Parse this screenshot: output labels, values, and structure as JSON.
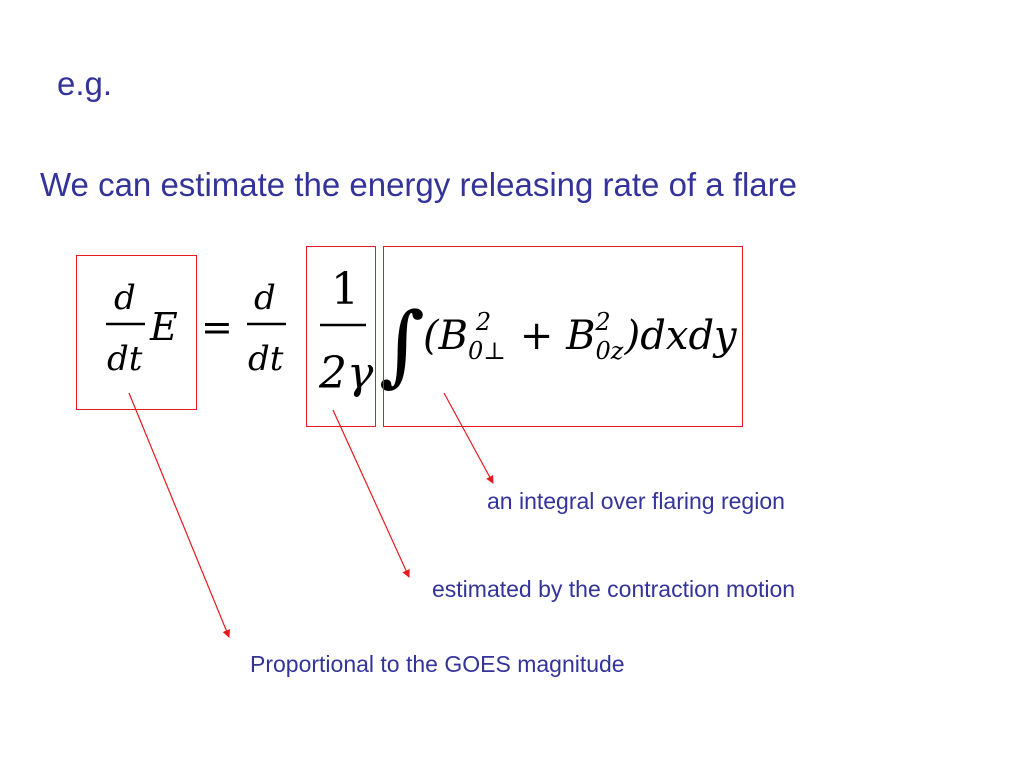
{
  "slide": {
    "heading": "e.g.",
    "subtitle": "We can estimate the energy releasing rate of a flare",
    "equation": {
      "lhs_numerator": "d",
      "lhs_denominator": "dt",
      "lhs_variable": "E",
      "equals": "=",
      "rhs_numerator": "d",
      "rhs_denominator": "dt",
      "factor_numerator": "1",
      "factor_denominator": "2γ",
      "integral_sign": "∫",
      "integrand_open": "(B",
      "integrand_perp_sub": "0⊥",
      "integrand_sup": "2",
      "integrand_plus": " + B",
      "integrand_z_sub": "0z",
      "integrand_close": ")dxdy"
    },
    "annotations": {
      "integral": "an integral over flaring region",
      "contraction": "estimated by the contraction motion",
      "goes": "Proportional to the GOES magnitude"
    },
    "colors": {
      "text": "#333399",
      "highlight": "#e8191f",
      "math": "#000000"
    }
  }
}
